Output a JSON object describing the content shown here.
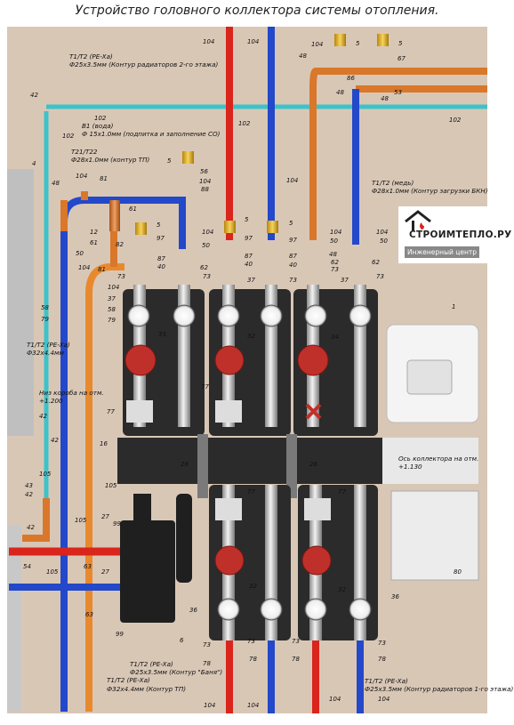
{
  "title": "Устройство головного коллектора системы отопления.",
  "logo": {
    "text": "СТРОИМТЕПЛО.РУ",
    "subtitle": "Инженерный центр"
  },
  "pipe_labels": [
    {
      "id": "l1",
      "lines": [
        "Т1/Т2 (PE-Xa)",
        "Ф25х3.5мм (Контур радиаторов 2-го этажа)"
      ]
    },
    {
      "id": "l2",
      "lines": [
        "В1 (вода)",
        "Ф 15х1.0мм (подпитка и заполнение СО)"
      ]
    },
    {
      "id": "l3",
      "lines": [
        "Т21/Т22",
        "Ф28х1.0мм (контур ТП)"
      ]
    },
    {
      "id": "l4",
      "lines": [
        "Т1/Т2 (медь)",
        "Ф28х1.0мм (Контур загрузки БКН)"
      ]
    },
    {
      "id": "l5",
      "lines": [
        "Т1/Т2 (PE-Xa)",
        "Ф32х4.4мм"
      ]
    },
    {
      "id": "l6",
      "lines": [
        "Низ короба на отм.",
        "+1.200"
      ]
    },
    {
      "id": "l7",
      "lines": [
        "Ось коллектора на отм.",
        "+1.130"
      ]
    },
    {
      "id": "l8",
      "lines": [
        "Т1/Т2 (PE-Xa)",
        "Ф25х3.5мм (Контур \"Баня\")",
        "Т1/Т2 (PE-Xa)",
        "Ф32х4.4мм (Контур ТП)"
      ]
    },
    {
      "id": "l9",
      "lines": [
        "Т1/Т2 (PE-Xa)",
        "Ф25х3.5мм (Контур радиаторов 1-го этажа)"
      ]
    }
  ],
  "numbers": {
    "n104": "104",
    "n102": "102",
    "n48": "48",
    "n5": "5",
    "n86": "86",
    "n67": "67",
    "n53": "53",
    "n42": "42",
    "n4": "4",
    "n81": "81",
    "n56": "56",
    "n88": "88",
    "n12": "12",
    "n61": "61",
    "n97": "97",
    "n50": "50",
    "n62": "62",
    "n87": "87",
    "n40": "40",
    "n73": "73",
    "n37": "37",
    "n58": "58",
    "n79": "79",
    "n35": "35",
    "n32": "32",
    "n34": "34",
    "n77": "77",
    "n16": "16",
    "n28": "28",
    "n1": "1",
    "n105": "105",
    "n43": "43",
    "n27": "27",
    "n99": "99",
    "n63": "63",
    "n54": "54",
    "n6": "6",
    "n36": "36",
    "n78": "78",
    "n80": "80",
    "n82": "82"
  },
  "colors": {
    "supply": "#d9251c",
    "return": "#2348c9",
    "water": "#3cc3c9",
    "copper": "#d9772a",
    "floor": "#e8892e",
    "module": "#2b2b2b",
    "wall": "#d9c7b6"
  }
}
